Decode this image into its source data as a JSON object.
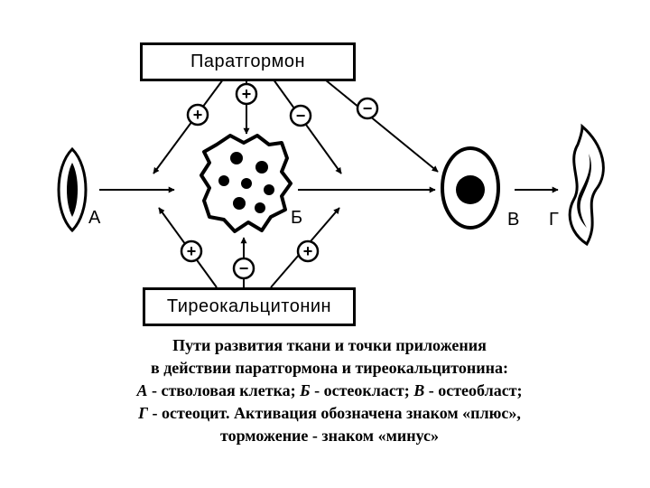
{
  "boxes": {
    "parathormone": "Паратгормон",
    "thyrocalcitonin": "Тиреокальцитонин"
  },
  "cell_labels": {
    "a": "А",
    "b": "Б",
    "v": "В",
    "g": "Г"
  },
  "signs": {
    "plus": "+",
    "minus": "−"
  },
  "caption": {
    "line1": "Пути развития ткани и точки приложения",
    "line2": "в действии паратгормона и тиреокальцитонина:",
    "line3_a": "А",
    "line3_a_text": " - стволовая клетка; ",
    "line3_b": "Б",
    "line3_b_text": " - остеокласт; ",
    "line3_v": "В",
    "line3_v_text": " - остеобласт;",
    "line4_g": "Г",
    "line4_text": " - остеоцит. Активация обозначена знаком «плюс»,",
    "line5": "торможение - знаком «минус»"
  }
}
